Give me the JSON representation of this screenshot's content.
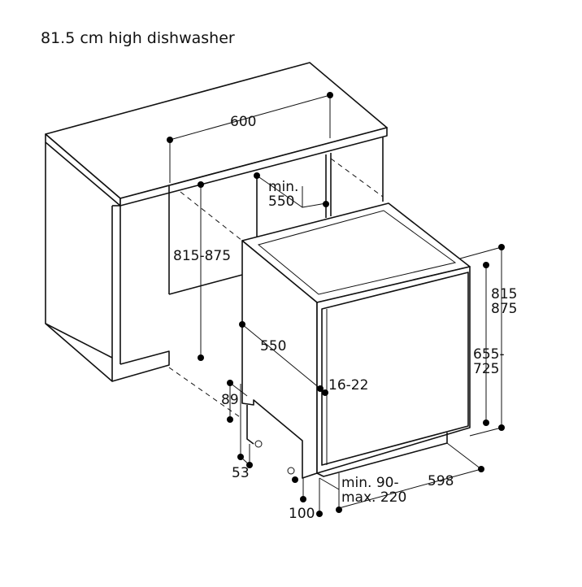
{
  "title": "81.5 cm high dishwasher",
  "dimensions": {
    "countertop_width": "600",
    "min_depth_line1": "min.",
    "min_depth_line2": "550",
    "niche_height": "815-875",
    "appliance_height_line1": "815",
    "appliance_height_line2": "875",
    "door_height_line1": "655-",
    "door_height_line2": "725",
    "appliance_depth": "550",
    "door_thickness": "16-22",
    "foot_height": "89",
    "plinth_offset": "53",
    "appliance_width": "598",
    "plinth_line1": "min. 90-",
    "plinth_line2": "max. 220",
    "plinth_depth": "100"
  }
}
